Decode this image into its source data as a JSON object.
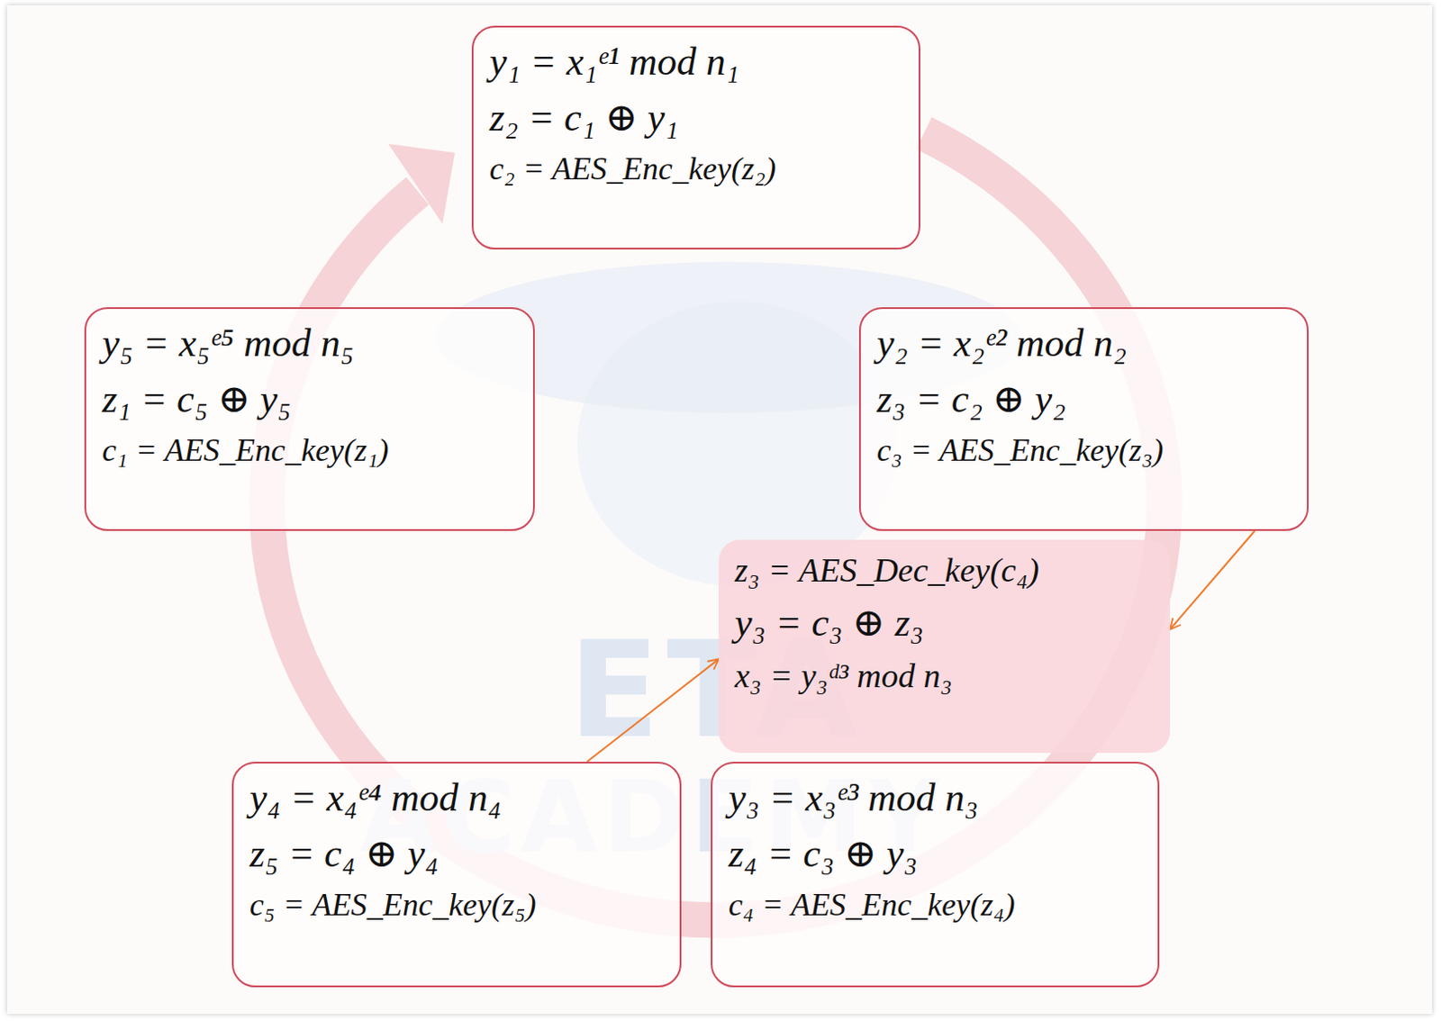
{
  "diagram": {
    "nodes": [
      {
        "text": [
          "y₁ = x₁ᵉ¹   mod n₁",
          "z₂ = c₁ ⊕ y₁",
          "c₂ = AES_Enc_key(z₂)"
        ]
      },
      {
        "text": [
          "y₅ = x₅ᵉ⁵   mod n₅",
          "z₁ = c₅ ⊕ y₅",
          "c₁ = AES_Enc_key(z₁)"
        ]
      },
      {
        "text": [
          "y₂ = x₂ᵉ²   mod n₂",
          "z₃ = c₂ ⊕ y₂",
          "c₃ = AES_Enc_key(z₃)"
        ]
      },
      {
        "text": [
          "z₃ = AES_Dec_key(c₄)",
          "y₃ = c₃ ⊕ z₃",
          "x₃ = y₃ᵈ³   mod n₃"
        ]
      },
      {
        "text": [
          "y₄ = x₄ᵉ⁴   mod n₄",
          "z₅ = c₄ ⊕ y₄",
          "c₅ = AES_Enc_key(z₅)"
        ]
      },
      {
        "text": [
          "y₃ = x₃ᵉ³   mod n₃",
          "z₄ = c₃ ⊕ y₃",
          "c₄ = AES_Enc_key(z₄)"
        ]
      }
    ],
    "edges": [
      {
        "from": 2,
        "to": 3,
        "arrow": "to"
      },
      {
        "from": 4,
        "to": 3,
        "arrow": "to"
      }
    ],
    "labels": [
      "ETA",
      "ACADEMY"
    ]
  }
}
